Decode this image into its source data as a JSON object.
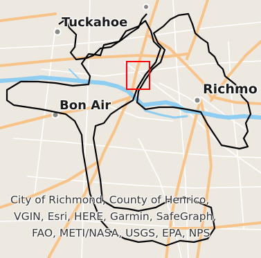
{
  "places": {
    "tuckahoe": "Tuckahoe",
    "bon_air": "Bon Air",
    "richmond": "Richmo"
  },
  "attribution": {
    "lines": [
      "City of Richmond, County of Henrico,",
      "VGIN, Esri, HERE, Garmin, SafeGraph,",
      "FAO, METI/NASA, USGS, EPA, NPS"
    ]
  },
  "colors": {
    "land": "#ede9e1",
    "water": "#8fcdf1",
    "major_road": "#f7c388",
    "minor_road": "#ffffff",
    "boundary": "#000000",
    "highlight_box": "#ff0000"
  }
}
